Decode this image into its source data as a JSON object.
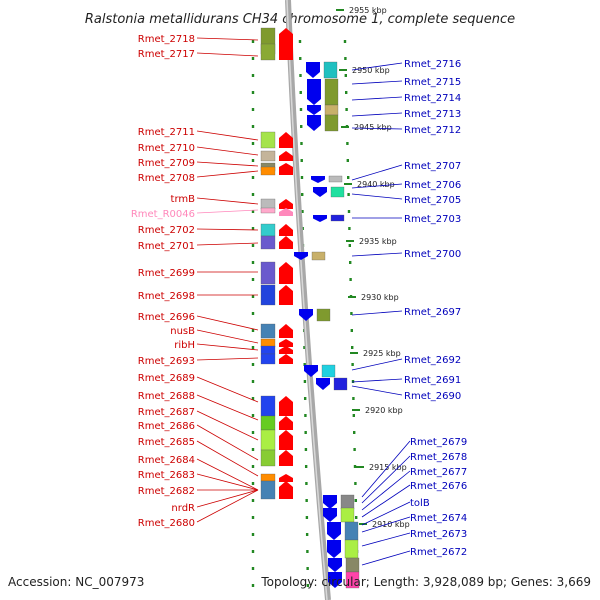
{
  "title": "Ralstonia metallidurans CH34 chromosome 1, complete sequence",
  "footer": {
    "accession": "Accession: NC_007973",
    "stats": "Topology: circular; Length: 3,928,089 bp; Genes: 3,669"
  },
  "colors": {
    "left_label": "#cc0000",
    "rna_label": "#ff88bb",
    "right_label": "#0000bb",
    "left_arrow": "#ff0000",
    "right_arrow": "#0000ee",
    "track_dots": "#228822"
  },
  "scale_labels": [
    "2955 kbp",
    "2950 kbp",
    "2945 kbp",
    "2940 kbp",
    "2935 kbp",
    "2930 kbp",
    "2925 kbp",
    "2920 kbp",
    "2915 kbp",
    "2910 kbp"
  ],
  "left_genes": [
    "Rmet_2718",
    "Rmet_2717",
    "Rmet_2711",
    "Rmet_2710",
    "Rmet_2709",
    "Rmet_2708",
    "trmB",
    "Rmet_R0046",
    "Rmet_2702",
    "Rmet_2701",
    "Rmet_2699",
    "Rmet_2698",
    "Rmet_2696",
    "nusB",
    "ribH",
    "Rmet_2693",
    "Rmet_2689",
    "Rmet_2688",
    "Rmet_2687",
    "Rmet_2686",
    "Rmet_2685",
    "Rmet_2684",
    "Rmet_2683",
    "Rmet_2682",
    "nrdR",
    "Rmet_2680"
  ],
  "right_genes": [
    "Rmet_2716",
    "Rmet_2715",
    "Rmet_2714",
    "Rmet_2713",
    "Rmet_2712",
    "Rmet_2707",
    "Rmet_2706",
    "Rmet_2705",
    "Rmet_2703",
    "Rmet_2700",
    "Rmet_2697",
    "Rmet_2692",
    "Rmet_2691",
    "Rmet_2690",
    "Rmet_2679",
    "Rmet_2678",
    "Rmet_2677",
    "Rmet_2676",
    "tolB",
    "Rmet_2674",
    "Rmet_2673",
    "Rmet_2672"
  ]
}
